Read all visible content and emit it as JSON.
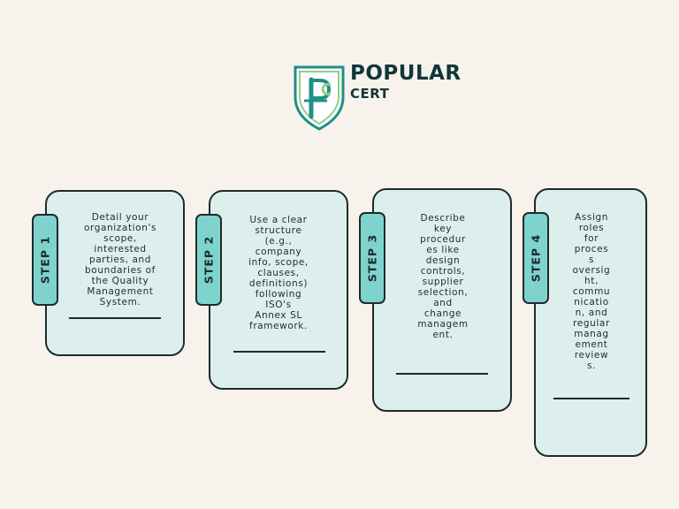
{
  "logo": {
    "line1": "POPULAR",
    "line2": "CERT",
    "mark": "PC",
    "colors": {
      "dark": "#12363a",
      "teal": "#1f8f87",
      "green": "#8fcf83"
    }
  },
  "colors": {
    "background": "#f7f2eb",
    "card_fill": "#dcefed",
    "tab_fill": "#7fd3cd",
    "outline": "#1f2a2c"
  },
  "steps": [
    {
      "label": "STEP 1",
      "text": "Detail your\norganization's\nscope,\ninterested\nparties, and\nboundaries of\nthe Quality\nManagement\nSystem."
    },
    {
      "label": "STEP 2",
      "text": "Use a clear\nstructure\n(e.g.,\ncompany\ninfo, scope,\nclauses,\ndefinitions)\nfollowing\nISO's\nAnnex SL\nframework."
    },
    {
      "label": "STEP 3",
      "text": "Describe\nkey\nprocedur\nes like\ndesign\ncontrols,\nsupplier\nselection,\nand\nchange\nmanagem\nent."
    },
    {
      "label": "STEP 4",
      "text": "Assign\nroles\nfor\nproces\ns\noversig\nht,\ncommu\nnicatio\nn, and\nregular\nmanag\nement\nreview\ns."
    }
  ]
}
